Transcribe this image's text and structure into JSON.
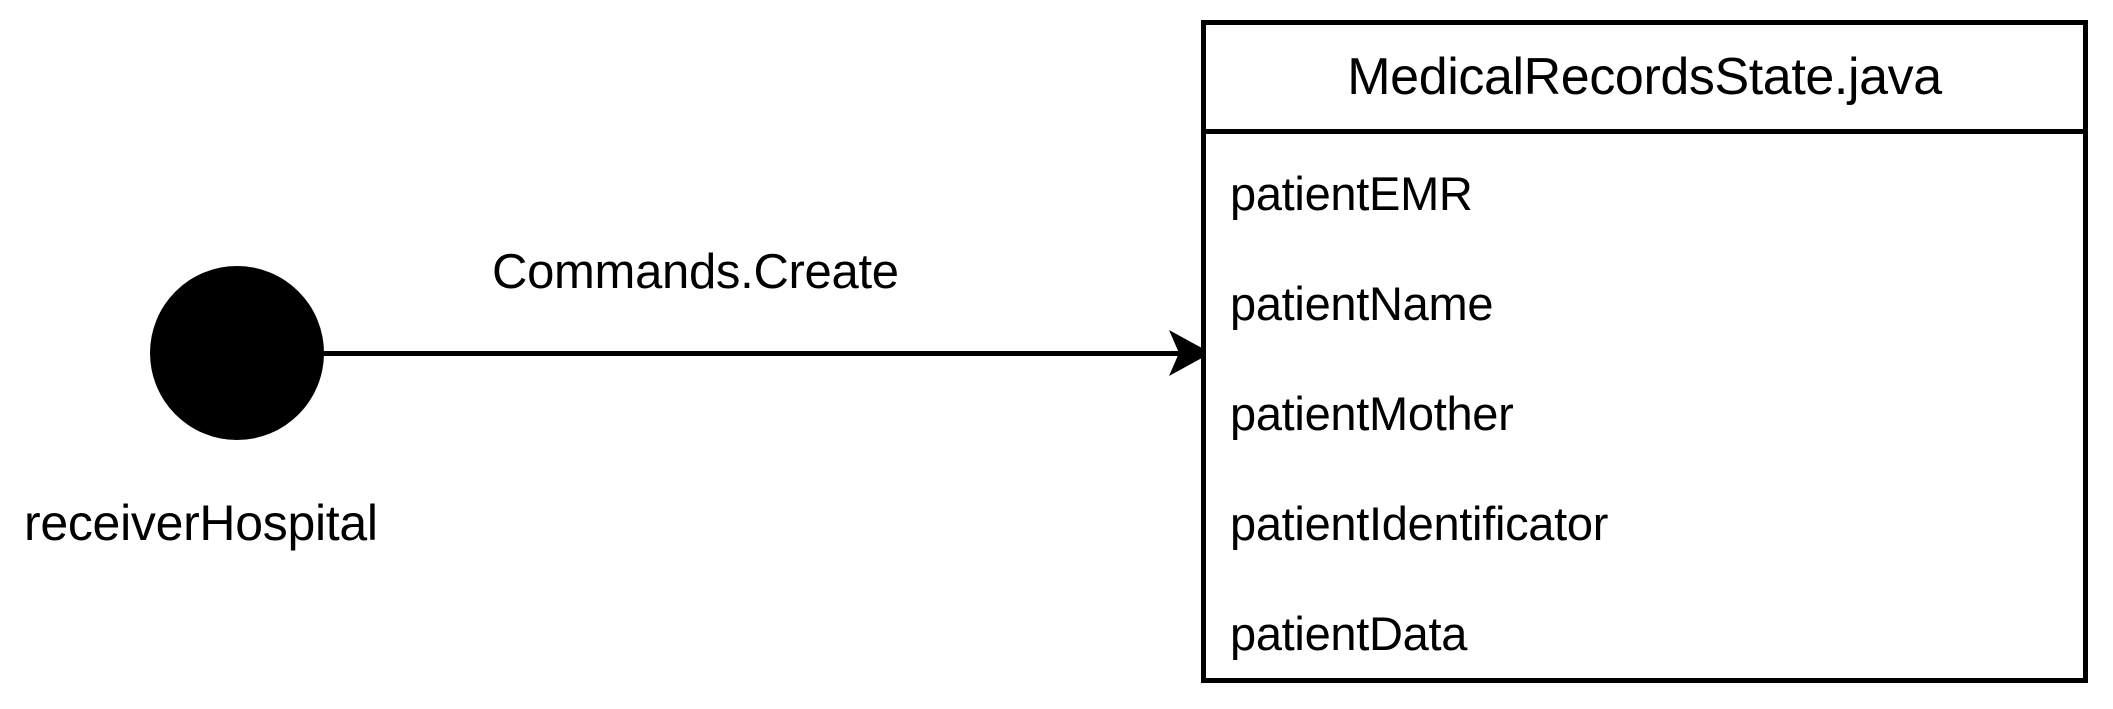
{
  "diagram": {
    "type": "uml-object-interaction",
    "background_color": "#ffffff",
    "stroke_color": "#000000"
  },
  "actor": {
    "label": "receiverHospital",
    "shape": "filled-circle",
    "fill_color": "#000000"
  },
  "edge": {
    "label": "Commands.Create",
    "direction": "left-to-right",
    "arrow_style": "solid-filled-dart"
  },
  "class_box": {
    "title": "MedicalRecordsState.java",
    "fields": [
      "patientEMR",
      "patientName",
      "patientMother",
      "patientIdentificator",
      "patientData"
    ]
  }
}
